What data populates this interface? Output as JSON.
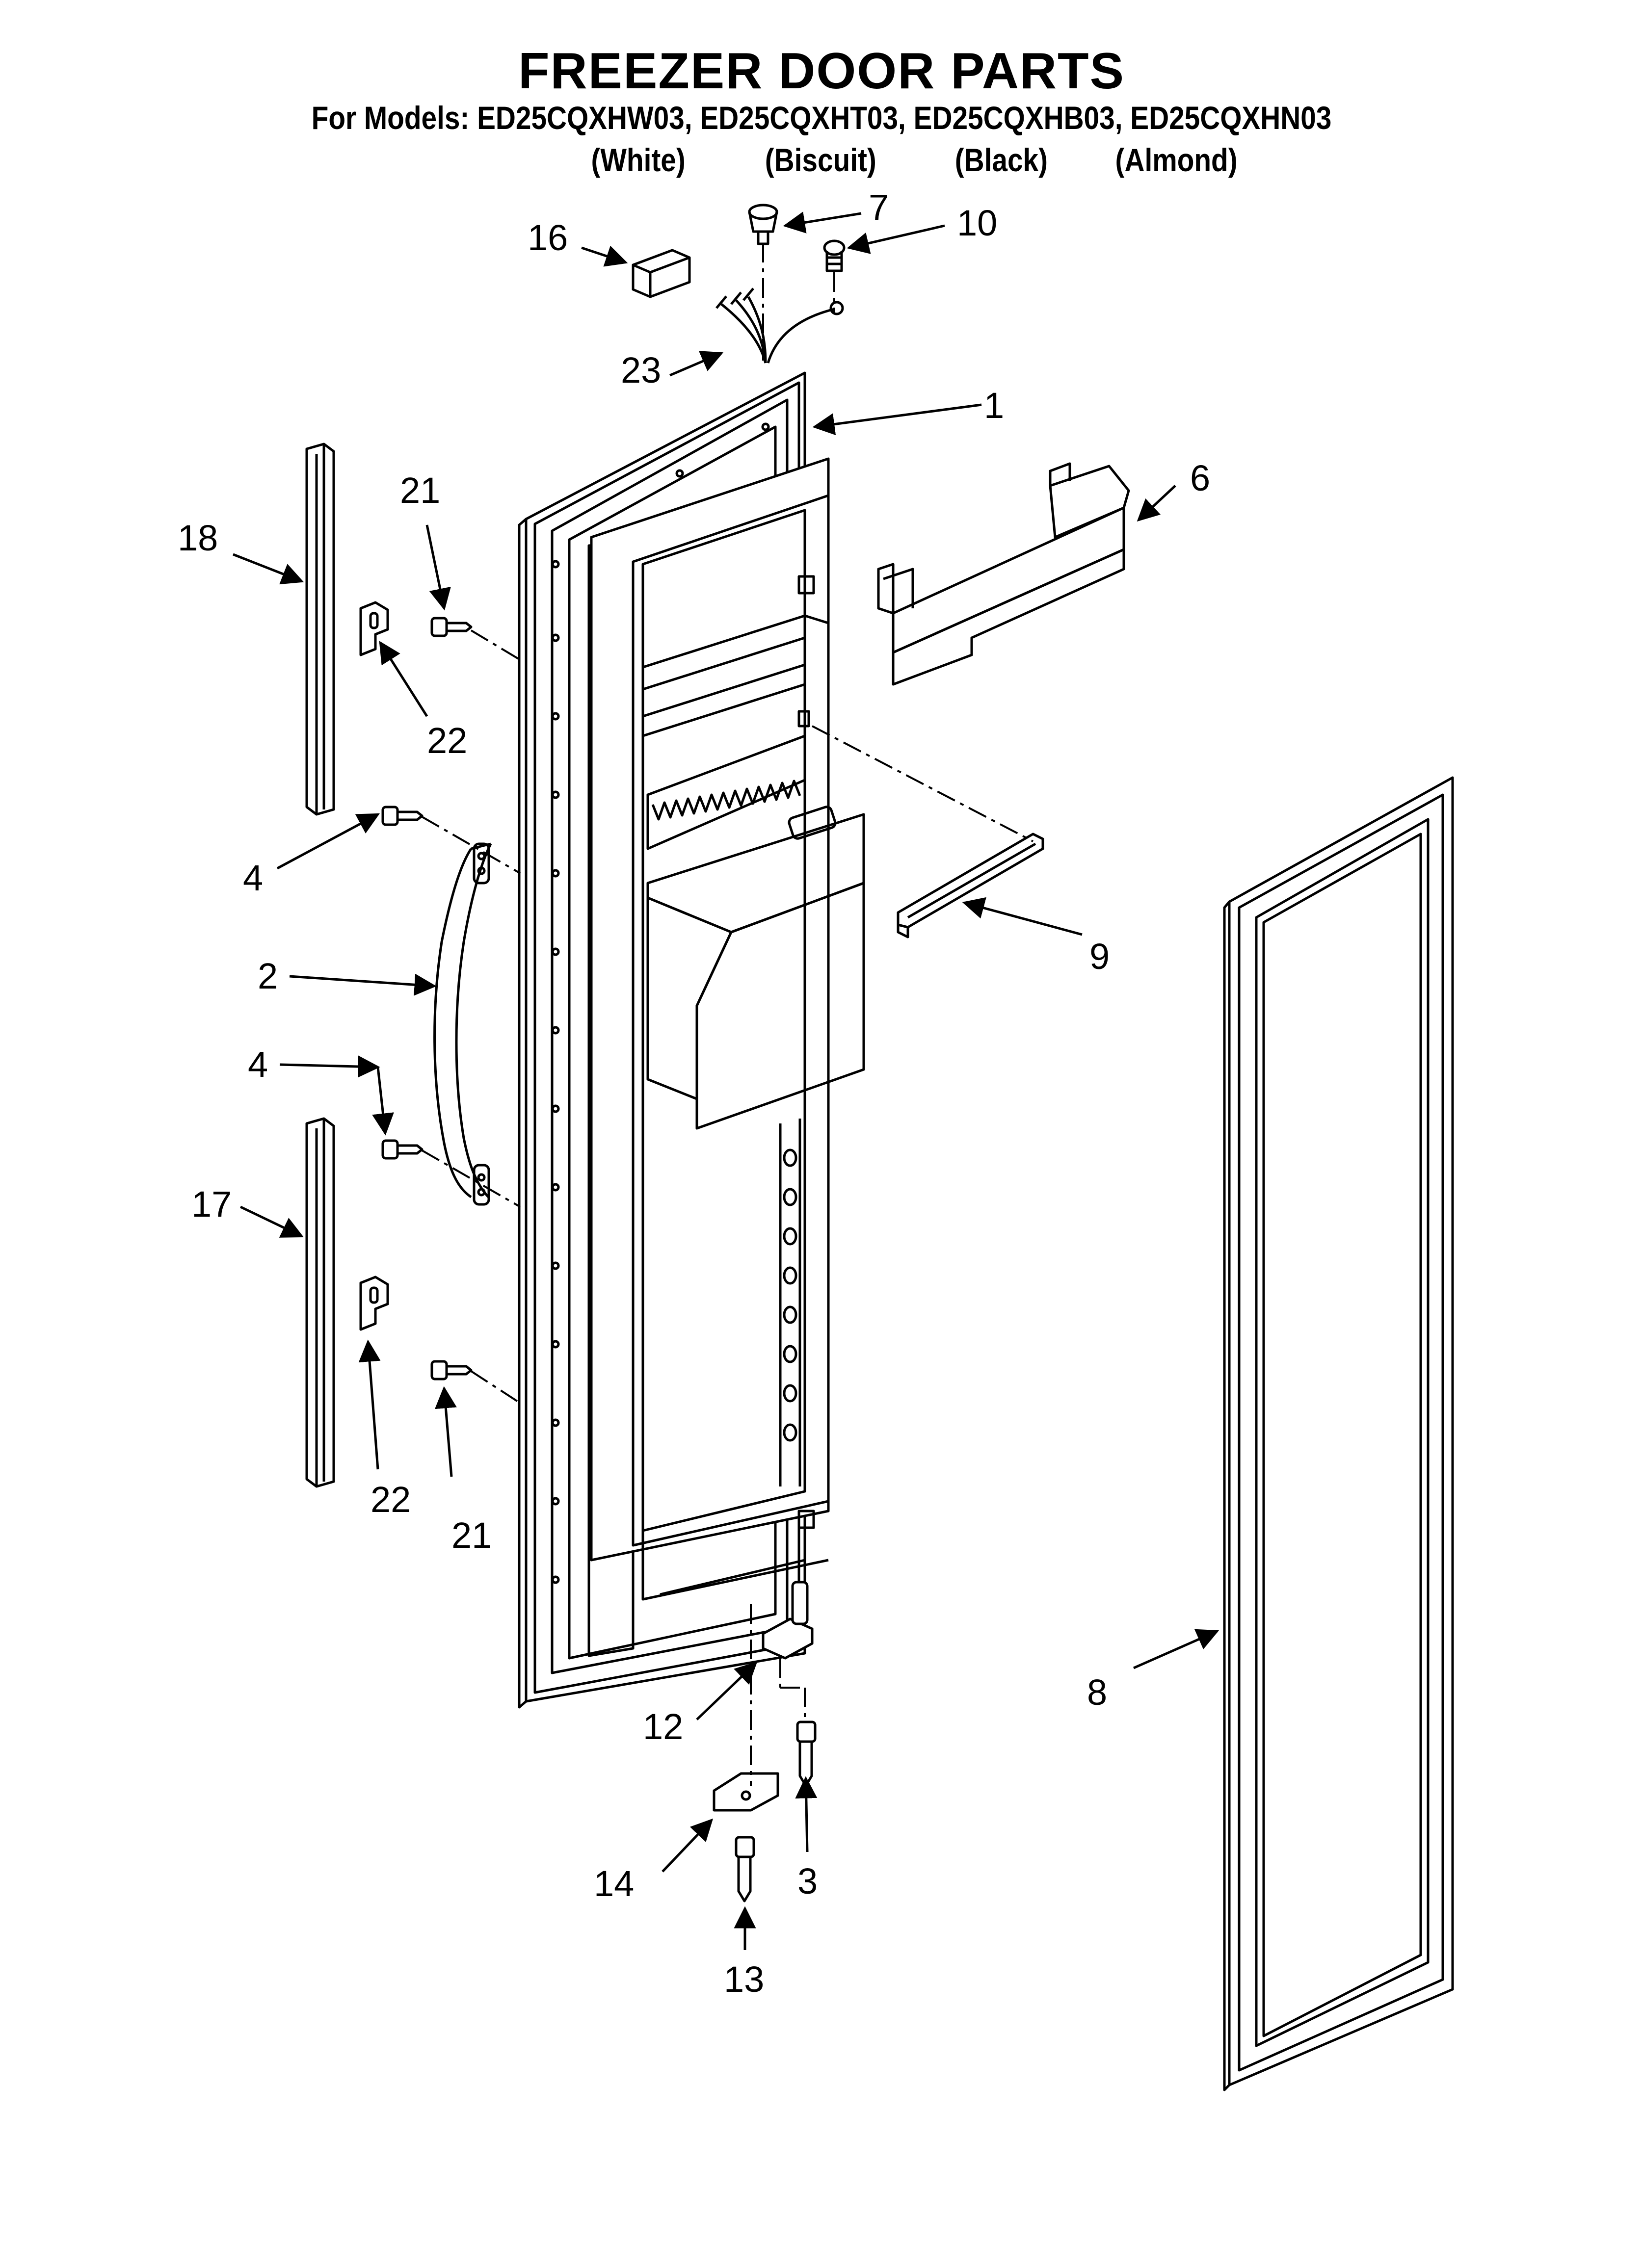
{
  "title": "FREEZER DOOR PARTS",
  "models_line": "For Models: ED25CQXHW03, ED25CQXHT03, ED25CQXHB03, ED25CQXHN03",
  "colors": [
    "(White)",
    "(Biscuit)",
    "(Black)",
    "(Almond)"
  ],
  "callouts": {
    "c1": "1",
    "c2": "2",
    "c3": "3",
    "c4a": "4",
    "c4b": "4",
    "c6": "6",
    "c7": "7",
    "c8": "8",
    "c9": "9",
    "c10": "10",
    "c12": "12",
    "c13": "13",
    "c14": "14",
    "c16": "16",
    "c17": "17",
    "c18": "18",
    "c21a": "21",
    "c21b": "21",
    "c22a": "22",
    "c22b": "22",
    "c23": "23"
  }
}
